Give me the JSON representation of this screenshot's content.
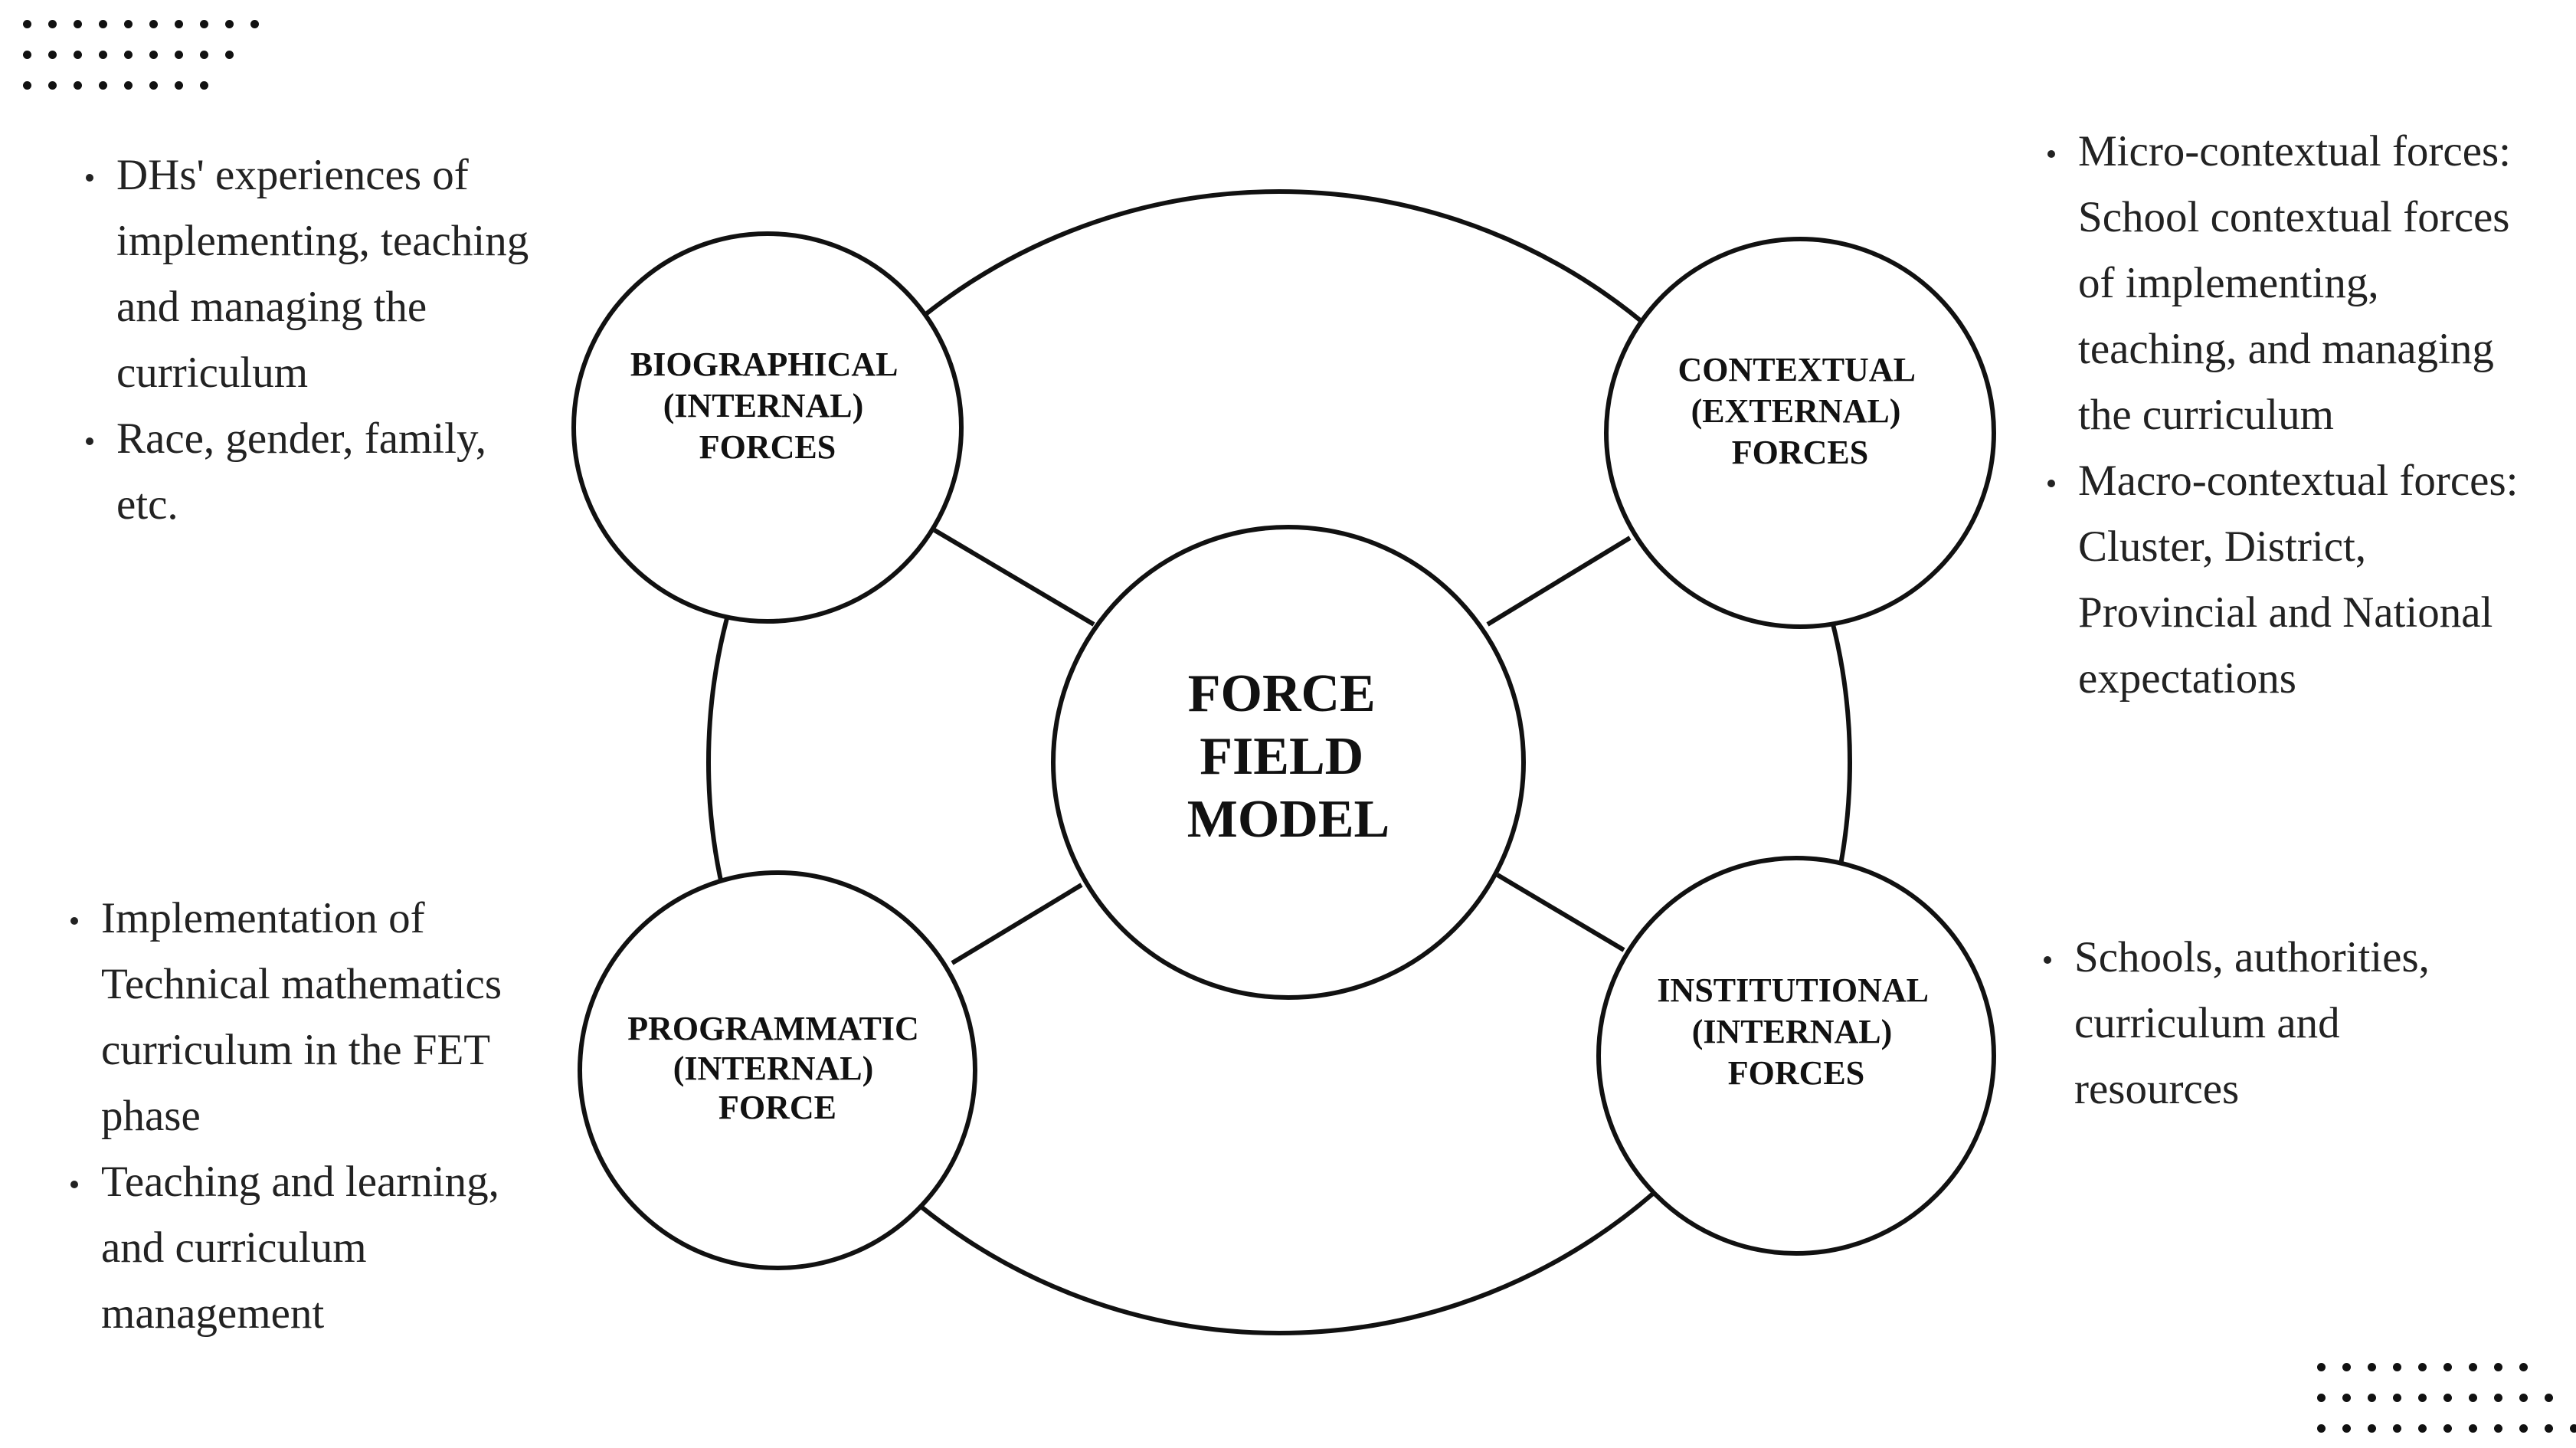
{
  "center": {
    "lines": [
      "FORCE",
      "FIELD",
      "MODEL"
    ]
  },
  "nodes": {
    "biographical": [
      "BIOGRAPHICAL",
      "(INTERNAL)",
      "FORCES"
    ],
    "contextual": [
      "CONTEXTUAL",
      "(EXTERNAL)",
      "FORCES"
    ],
    "programmatic": [
      "PROGRAMMATIC",
      "(INTERNAL)",
      "FORCE"
    ],
    "institutional": [
      "INSTITUTIONAL",
      "(INTERNAL)",
      "FORCES"
    ]
  },
  "notes": {
    "biographical": [
      [
        "DHs' experiences of",
        "implementing, teaching",
        "and managing the",
        "curriculum"
      ],
      [
        "Race, gender, family,",
        "etc."
      ]
    ],
    "contextual": [
      [
        "Micro-contextual forces:",
        "School contextual forces",
        "of implementing,",
        "teaching, and managing",
        "the curriculum"
      ],
      [
        "Macro-contextual forces:",
        "Cluster, District,",
        "Provincial and National",
        "expectations"
      ]
    ],
    "programmatic": [
      [
        "Implementation of",
        "Technical mathematics",
        "curriculum in the FET",
        "phase"
      ],
      [
        "Teaching and learning,",
        "and curriculum",
        "management"
      ]
    ],
    "institutional": [
      [
        "Schools, authorities,",
        "curriculum and",
        "resources"
      ]
    ]
  },
  "colors": {
    "stroke": "#111111",
    "text": "#222222",
    "background": "#ffffff"
  }
}
